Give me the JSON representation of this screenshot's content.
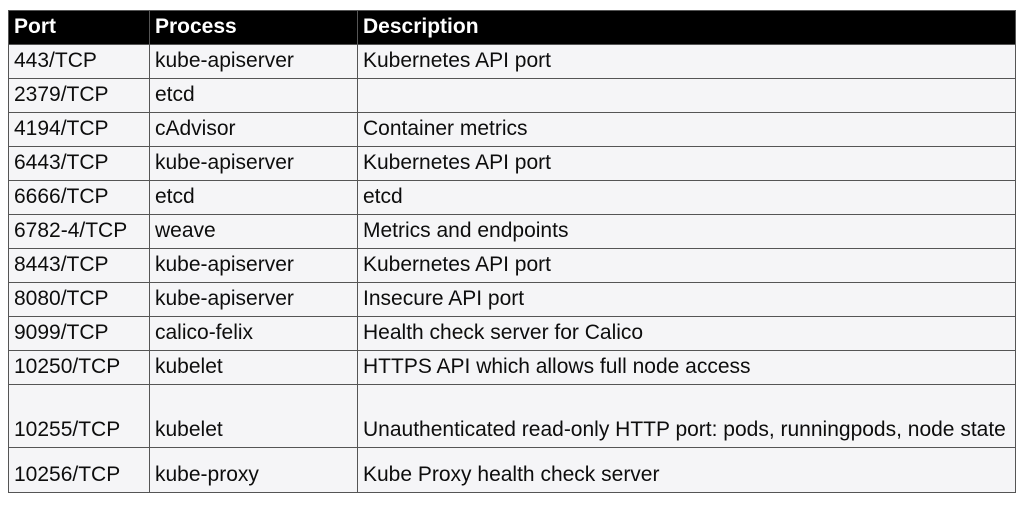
{
  "colors": {
    "header_bg": "#000000",
    "header_text": "#ffffff",
    "row_bg": "#f5f5f7",
    "border": "#555555"
  },
  "chart_data": {
    "type": "table",
    "columns": [
      "Port",
      "Process",
      "Description"
    ],
    "rows": [
      [
        "443/TCP",
        "kube-apiserver",
        "Kubernetes API port"
      ],
      [
        "2379/TCP",
        "etcd",
        ""
      ],
      [
        "4194/TCP",
        "cAdvisor",
        "Container metrics"
      ],
      [
        "6443/TCP",
        "kube-apiserver",
        "Kubernetes API port"
      ],
      [
        "6666/TCP",
        "etcd",
        "etcd"
      ],
      [
        "6782-4/TCP",
        "weave",
        "Metrics and endpoints"
      ],
      [
        "8443/TCP",
        "kube-apiserver",
        "Kubernetes API port"
      ],
      [
        "8080/TCP",
        "kube-apiserver",
        "Insecure API port"
      ],
      [
        "9099/TCP",
        "calico-felix",
        "Health check server for Calico"
      ],
      [
        "10250/TCP",
        "kubelet",
        "HTTPS API which allows full node access"
      ],
      [
        "10255/TCP",
        "kubelet",
        "Unauthenticated read-only HTTP port: pods, runningpods, node state"
      ],
      [
        "10256/TCP",
        "kube-proxy",
        "Kube Proxy health check server"
      ]
    ]
  }
}
